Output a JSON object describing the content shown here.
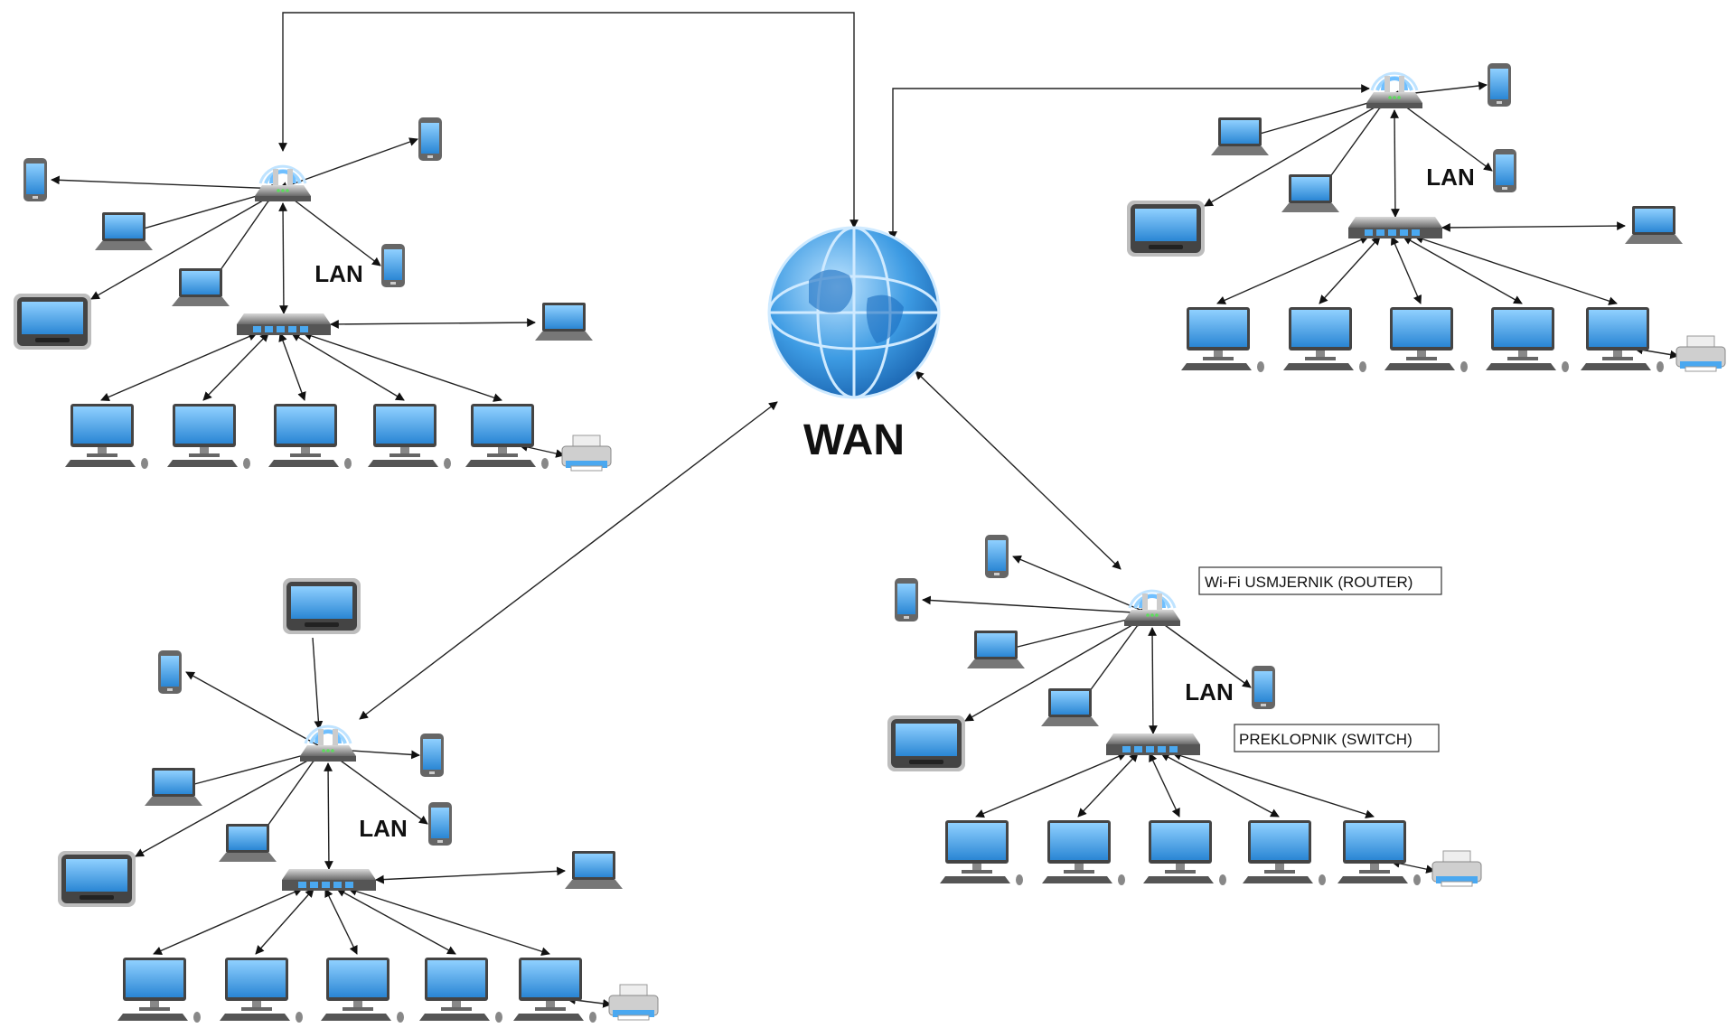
{
  "wan": {
    "label": "WAN"
  },
  "lans": [
    {
      "id": "lan-top-left",
      "label": "LAN"
    },
    {
      "id": "lan-top-right",
      "label": "LAN"
    },
    {
      "id": "lan-bottom-left",
      "label": "LAN"
    },
    {
      "id": "lan-bottom-right",
      "label": "LAN"
    }
  ],
  "callouts": {
    "router": "Wi-Fi USMJERNIK (ROUTER)",
    "switch": "PREKLOPNIK (SWITCH)"
  },
  "colors": {
    "screen": "#3a9ae0",
    "device_body": "#6b6b6b",
    "globe": "#2f8fd8",
    "wifi": "#7cc4ff"
  },
  "icons": [
    "globe-icon",
    "router-icon",
    "switch-icon",
    "desktop-icon",
    "laptop-icon",
    "phone-icon",
    "tablet-icon",
    "printer-icon"
  ]
}
